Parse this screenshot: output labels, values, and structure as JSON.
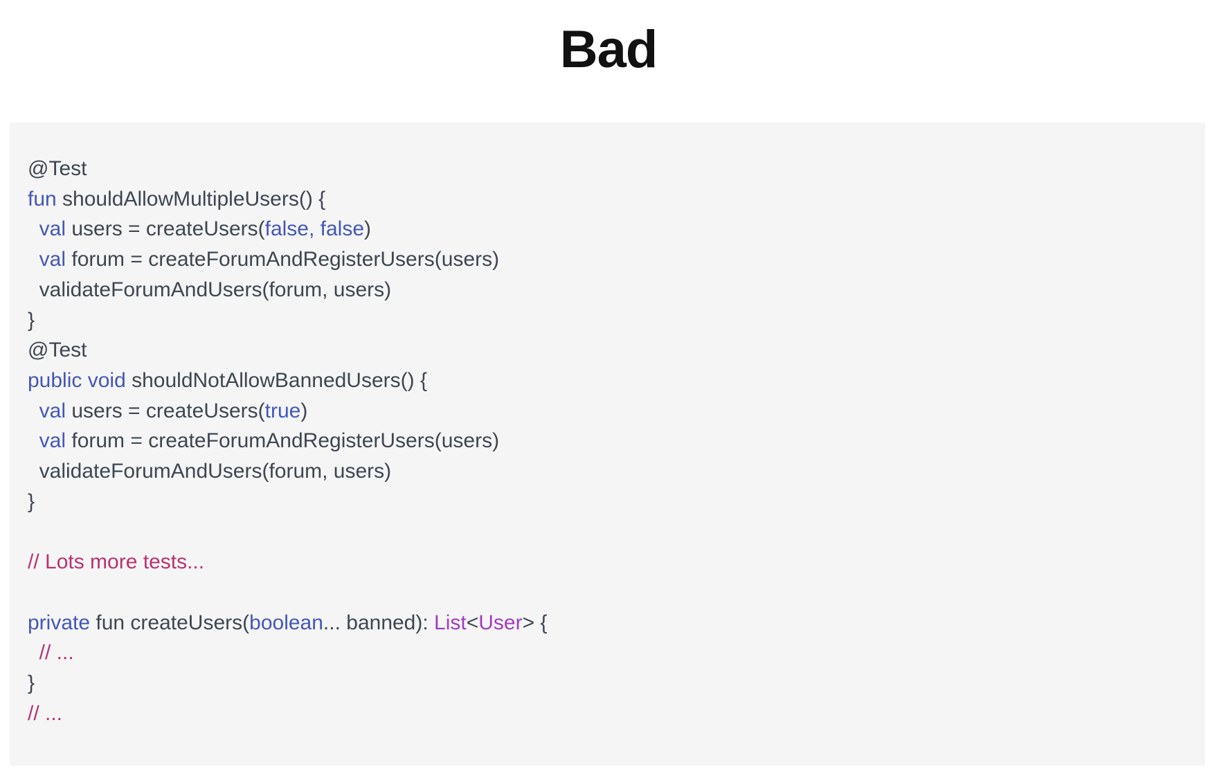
{
  "title": "Bad",
  "colors": {
    "page_background": "#ffffff",
    "title": "#111111",
    "code_background": "#f5f5f6",
    "plain": "#3e4650",
    "keyword": "#4357b7",
    "comment": "#b8336e",
    "type": "#a13dbd"
  },
  "code": {
    "language": "kotlin-java-mixed",
    "lines": [
      {
        "segments": [
          {
            "c": "p",
            "t": "@Test"
          }
        ]
      },
      {
        "segments": [
          {
            "c": "k",
            "t": "fun"
          },
          {
            "c": "p",
            "t": " shouldAllowMultipleUsers() {"
          }
        ]
      },
      {
        "segments": [
          {
            "c": "p",
            "t": "  "
          },
          {
            "c": "k",
            "t": "val"
          },
          {
            "c": "p",
            "t": " users = createUsers("
          },
          {
            "c": "k",
            "t": "false, false"
          },
          {
            "c": "p",
            "t": ")"
          }
        ]
      },
      {
        "segments": [
          {
            "c": "p",
            "t": "  "
          },
          {
            "c": "k",
            "t": "val"
          },
          {
            "c": "p",
            "t": " forum = createForumAndRegisterUsers(users)"
          }
        ]
      },
      {
        "segments": [
          {
            "c": "p",
            "t": "  validateForumAndUsers(forum, users)"
          }
        ]
      },
      {
        "segments": [
          {
            "c": "p",
            "t": "}"
          }
        ]
      },
      {
        "segments": [
          {
            "c": "p",
            "t": "@Test"
          }
        ]
      },
      {
        "segments": [
          {
            "c": "k",
            "t": "public void"
          },
          {
            "c": "p",
            "t": " shouldNotAllowBannedUsers() {"
          }
        ]
      },
      {
        "segments": [
          {
            "c": "p",
            "t": "  "
          },
          {
            "c": "k",
            "t": "val"
          },
          {
            "c": "p",
            "t": " users = createUsers("
          },
          {
            "c": "k",
            "t": "true"
          },
          {
            "c": "p",
            "t": ")"
          }
        ]
      },
      {
        "segments": [
          {
            "c": "p",
            "t": "  "
          },
          {
            "c": "k",
            "t": "val"
          },
          {
            "c": "p",
            "t": " forum = createForumAndRegisterUsers(users)"
          }
        ]
      },
      {
        "segments": [
          {
            "c": "p",
            "t": "  validateForumAndUsers(forum, users)"
          }
        ]
      },
      {
        "segments": [
          {
            "c": "p",
            "t": "}"
          }
        ]
      },
      {
        "segments": []
      },
      {
        "segments": [
          {
            "c": "c",
            "t": "// Lots more tests..."
          }
        ]
      },
      {
        "segments": []
      },
      {
        "segments": [
          {
            "c": "k",
            "t": "private"
          },
          {
            "c": "p",
            "t": " fun createUsers("
          },
          {
            "c": "k",
            "t": "boolean"
          },
          {
            "c": "p",
            "t": "... banned): "
          },
          {
            "c": "t",
            "t": "List"
          },
          {
            "c": "p",
            "t": "<"
          },
          {
            "c": "t",
            "t": "User"
          },
          {
            "c": "p",
            "t": "> {"
          }
        ]
      },
      {
        "segments": [
          {
            "c": "c",
            "t": "  // ..."
          }
        ]
      },
      {
        "segments": [
          {
            "c": "p",
            "t": "}"
          }
        ]
      },
      {
        "segments": [
          {
            "c": "c",
            "t": "// ..."
          }
        ]
      }
    ]
  }
}
